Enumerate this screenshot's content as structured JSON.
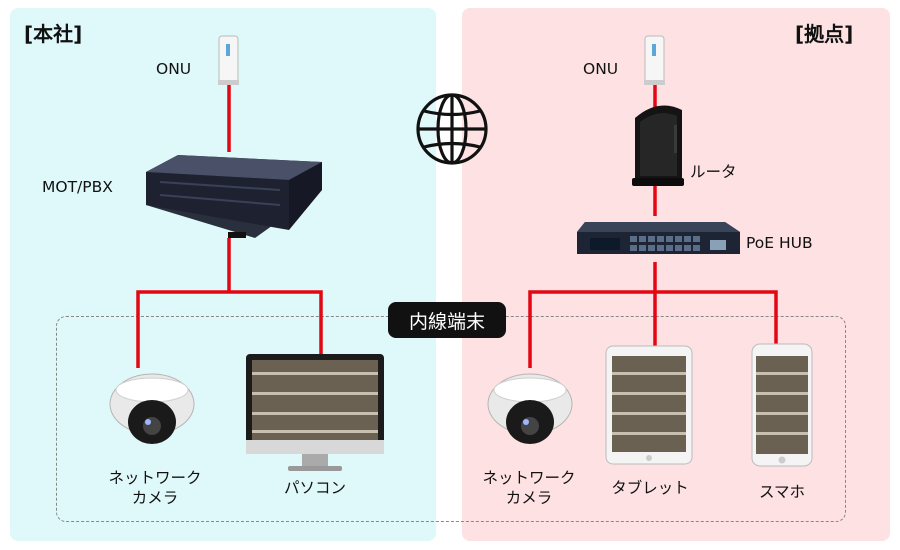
{
  "colors": {
    "left_bg": "#dff8fa",
    "right_bg": "#fde1e3",
    "line": "#e30613"
  },
  "left": {
    "title": "[本社]",
    "onu": "ONU",
    "pbx": "MOT/PBX",
    "camera_line1": "ネットワーク",
    "camera_line2": "カメラ",
    "pc": "パソコン"
  },
  "right": {
    "title": "[拠点]",
    "onu": "ONU",
    "router": "ルータ",
    "hub": "PoE HUB",
    "camera_line1": "ネットワーク",
    "camera_line2": "カメラ",
    "tablet": "タブレット",
    "smartphone": "スマホ"
  },
  "center_label": "内線端末",
  "icons": [
    "globe-icon",
    "onu-icon",
    "pbx-icon",
    "router-icon",
    "hub-icon",
    "camera-icon",
    "monitor-icon",
    "tablet-icon",
    "smartphone-icon"
  ]
}
